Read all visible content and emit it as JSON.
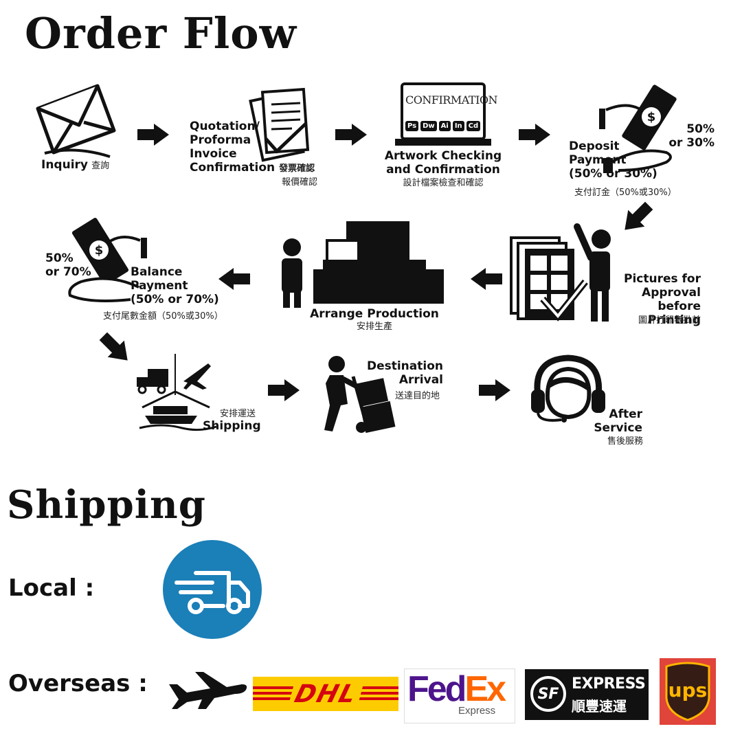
{
  "order_flow": {
    "title": "Order Flow",
    "steps": [
      {
        "label": "Inquiry",
        "cn": "查詢",
        "icon": "envelope-icon"
      },
      {
        "label_lines": [
          "Quotation/",
          "Proforma",
          "Invoice",
          "Confirmation"
        ],
        "cn_lines": [
          "發票確認",
          "報價確認"
        ],
        "icon": "document-check-icon"
      },
      {
        "label_lines": [
          "Artwork Checking",
          "and Confirmation"
        ],
        "cn": "設計檔案檢查和確認",
        "screen_text": "CONFIRMATION",
        "apps": [
          "Ps",
          "Dw",
          "Ai",
          "In",
          "Cd"
        ],
        "icon": "laptop-icon"
      },
      {
        "label_lines": [
          "Deposit",
          "Payment",
          "(50% or 30%)"
        ],
        "badge_lines": [
          "50%",
          "or 30%"
        ],
        "cn": "支付訂金（50%或30%）",
        "icon": "hand-money-icon"
      },
      {
        "label_lines": [
          "Pictures for",
          "Approval",
          "before Printing"
        ],
        "cn": "圖片打印審批前",
        "icon": "approval-person-icon"
      },
      {
        "label": "Arrange Production",
        "cn": "安排生產",
        "icon": "production-machine-icon"
      },
      {
        "label_lines": [
          "Balance",
          "Payment",
          "(50% or 70%)"
        ],
        "badge_lines": [
          "50%",
          "or 70%"
        ],
        "cn": "支付尾數金額（50%或30%）",
        "icon": "hand-money-icon"
      },
      {
        "label": "Shipping",
        "cn": "安排運送",
        "icon": "logistics-icon"
      },
      {
        "label_lines": [
          "Destination",
          "Arrival"
        ],
        "cn": "送達目的地",
        "icon": "hand-truck-icon"
      },
      {
        "label_lines": [
          "After",
          "Service"
        ],
        "cn": "售後服務",
        "icon": "headset-icon"
      }
    ]
  },
  "shipping": {
    "title": "Shipping",
    "local_label": "Local :",
    "local_icon": "delivery-truck-icon",
    "overseas_label": "Overseas :",
    "overseas_icon": "airplane-icon",
    "carriers": {
      "dhl": "DHL",
      "fedex_fed": "Fed",
      "fedex_ex": "Ex",
      "fedex_sub": "Express",
      "sf_mark": "SF",
      "sf_name": "EXPRESS",
      "sf_cn": "順豐速運",
      "ups": "UPS"
    }
  },
  "colors": {
    "ink": "#111111",
    "local_circle": "#1b7fb8",
    "dhl_yellow": "#fdcc00",
    "dhl_red": "#d40511",
    "fedex_purple": "#4d148c",
    "fedex_orange": "#ff6600",
    "ups_brown": "#351c15",
    "ups_gold": "#ffb500"
  }
}
